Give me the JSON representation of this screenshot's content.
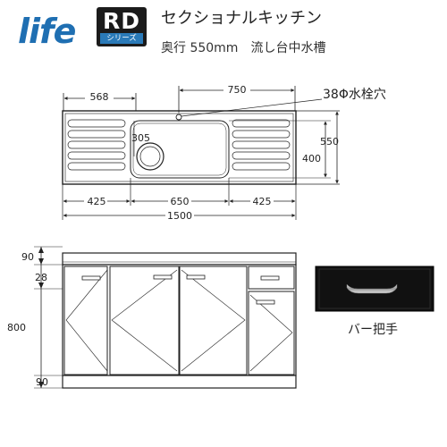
{
  "brand": {
    "logo_text": "life",
    "series_badge": "RD",
    "series_caption": "シリーズ"
  },
  "header": {
    "title": "セクショナルキッチン",
    "spec": "奥行 550mm",
    "sink_type": "流し台中水槽"
  },
  "plan_view": {
    "dim_left": "568",
    "dim_right": "750",
    "faucet_hole": "38Φ水栓穴",
    "dim_bowl_to_drain": "305",
    "dim_depth": "550",
    "dim_bowl_depth": "400",
    "dim_drainboard_left": "425",
    "dim_bowl_width": "650",
    "dim_drainboard_right": "425",
    "dim_total_width": "1500"
  },
  "front_view": {
    "dim_top": "90",
    "dim_drawer": "28",
    "dim_height": "800",
    "dim_base": "90"
  },
  "handle": {
    "caption": "バー把手"
  },
  "colors": {
    "logo_blue": "#1f6fb2",
    "badge_dark": "#1b1b1b",
    "series_blue": "#2a7ab8",
    "line": "#222222",
    "cabinet_fill": "#ffffff",
    "handle_panel": "#111111"
  }
}
